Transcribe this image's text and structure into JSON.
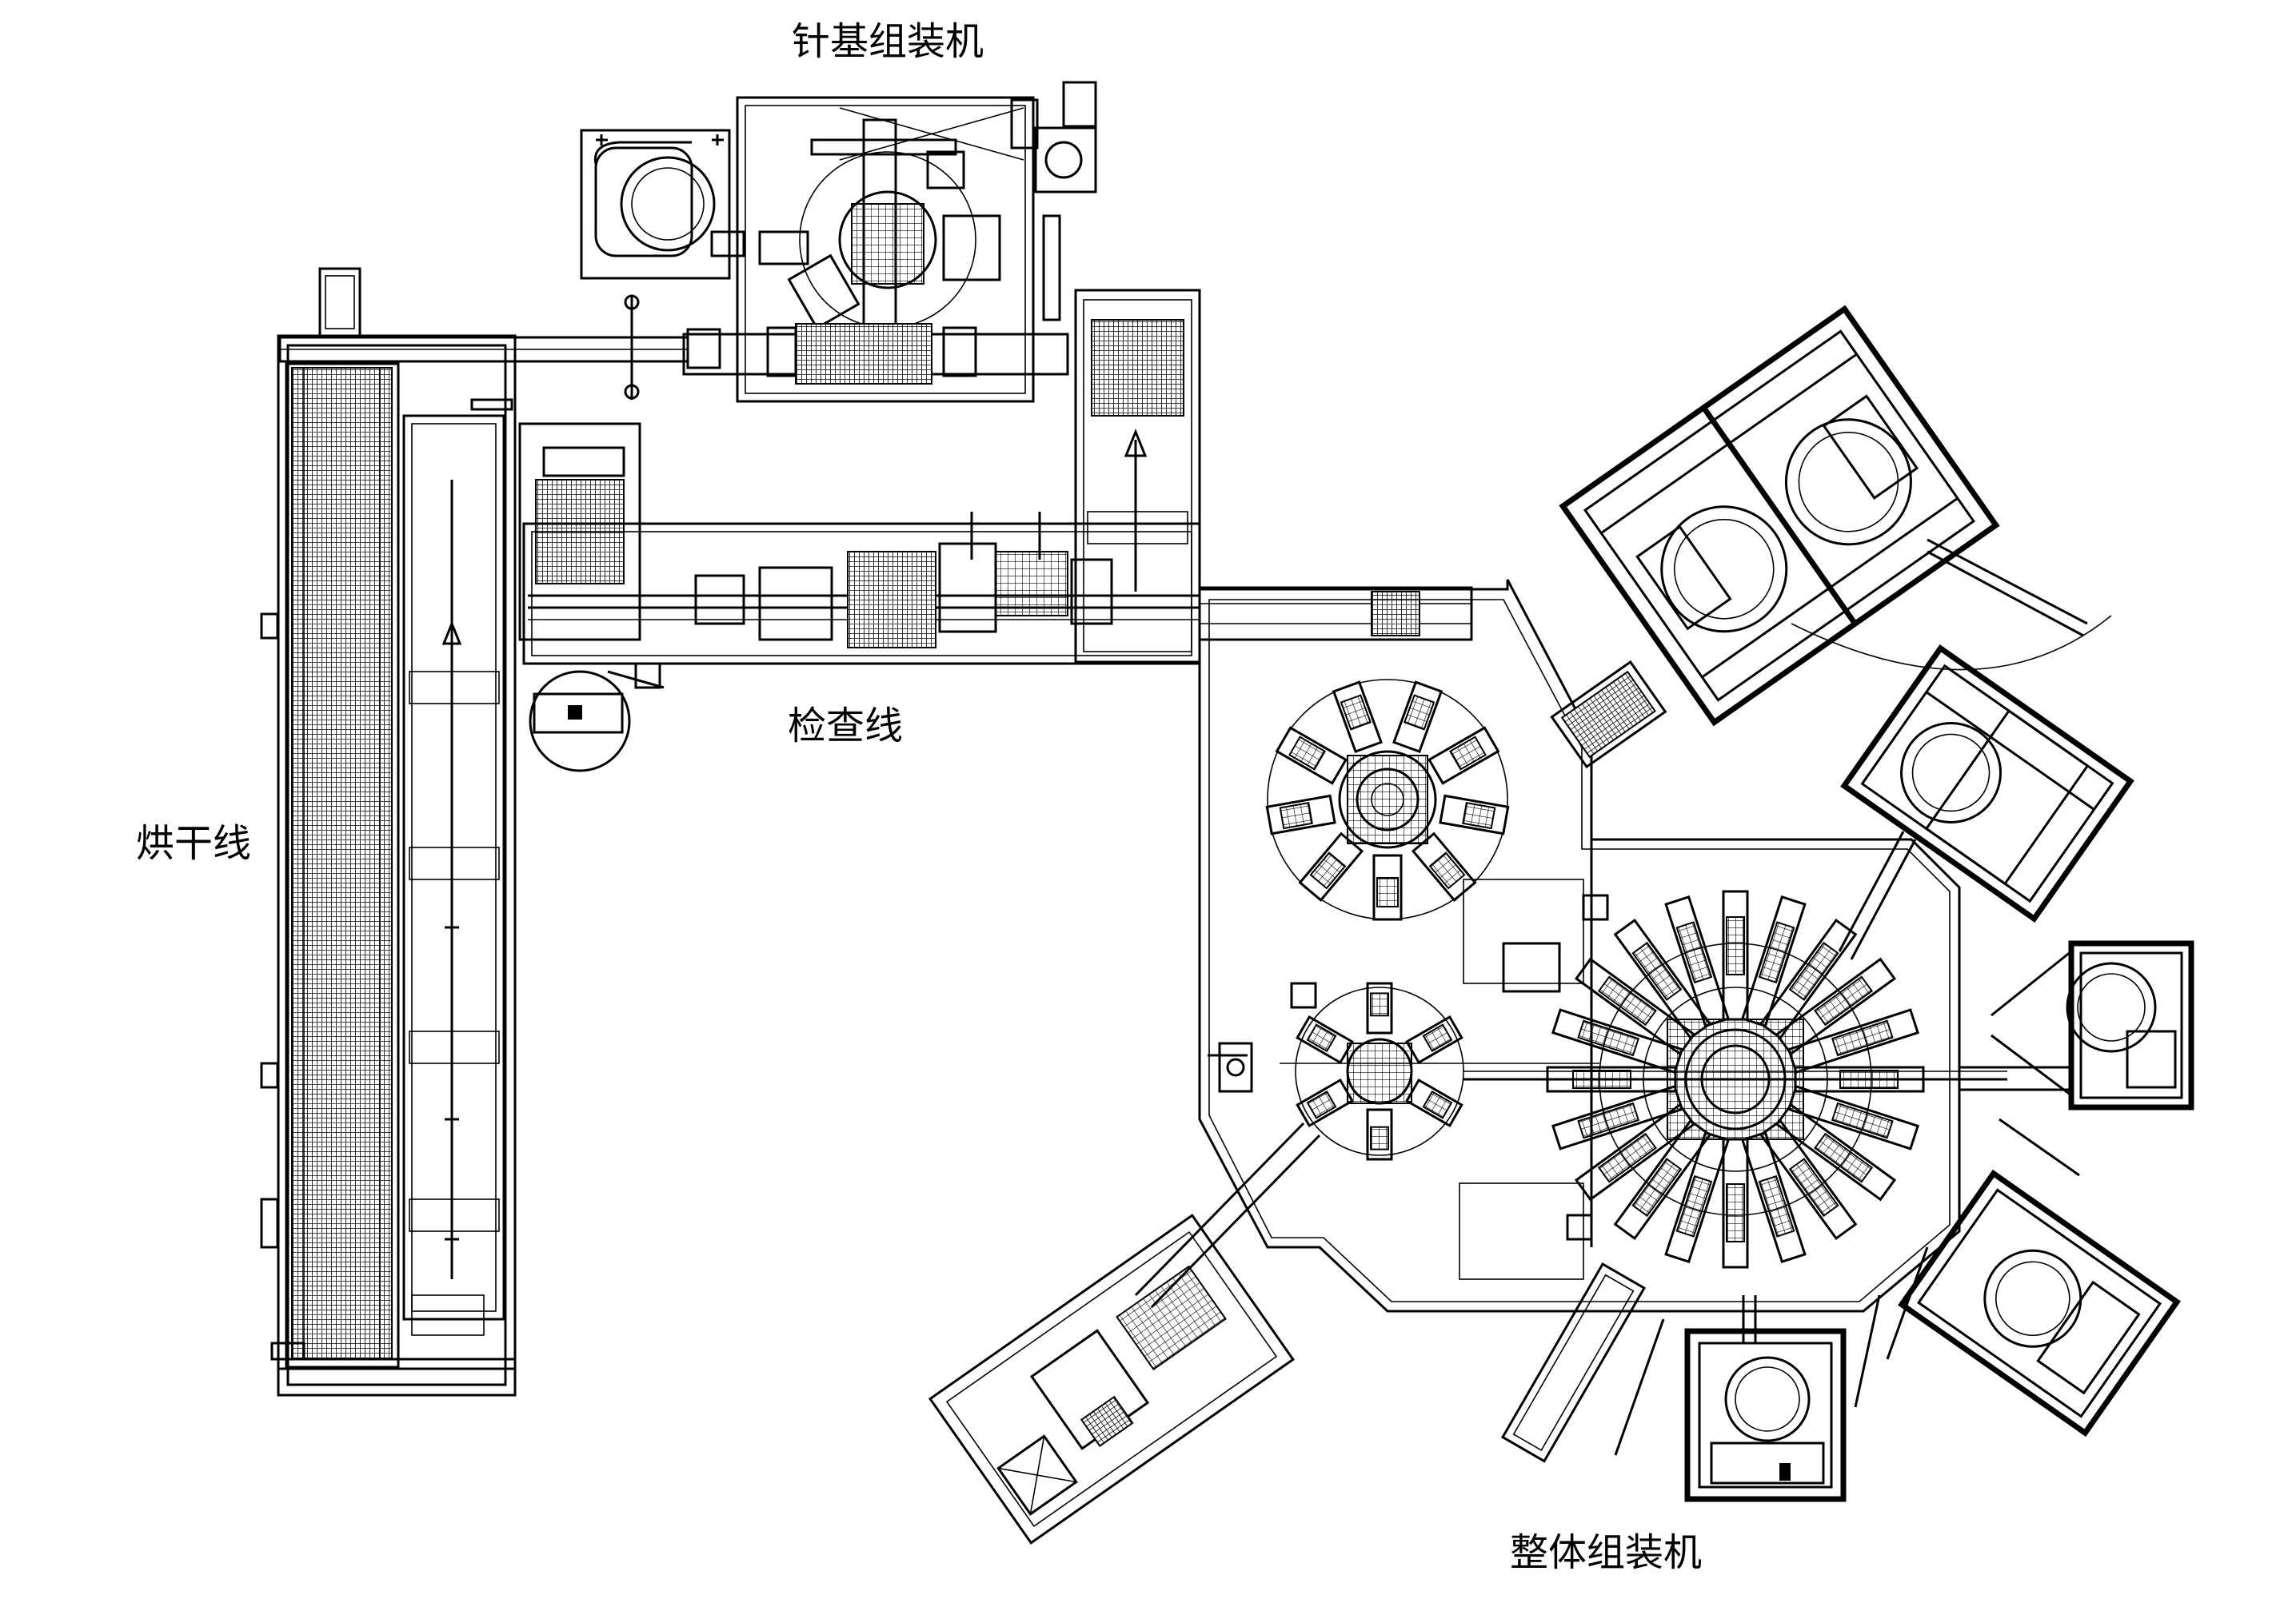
{
  "labels": {
    "pin_base_assembly_machine": "针基组装机",
    "inspection_line": "检查线",
    "drying_line": "烘干线",
    "overall_assembly_machine": "整体组装机"
  }
}
